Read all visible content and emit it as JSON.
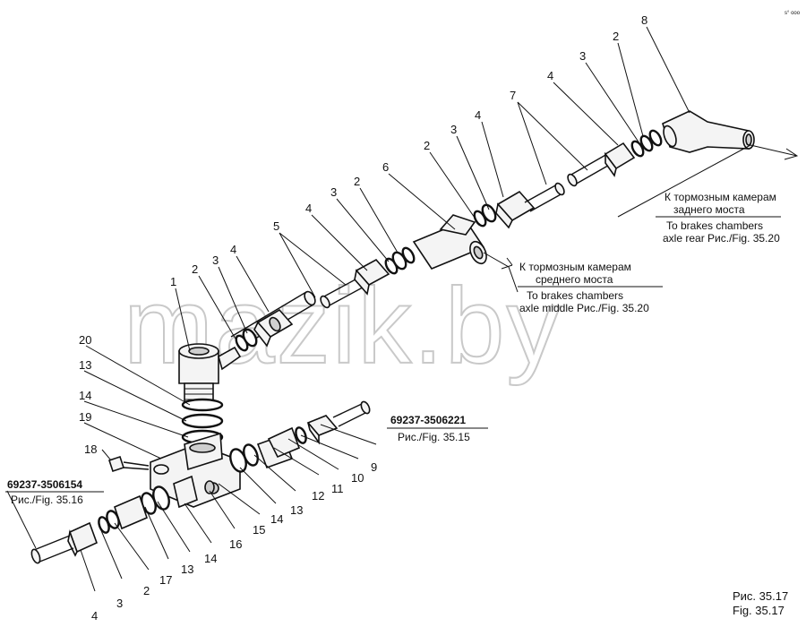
{
  "watermark": "mazik.by",
  "corner_mark": "s° ooo",
  "figure_caption": {
    "ru": "Рис. 35.17",
    "en": "Fig. 35.17"
  },
  "references": {
    "rear_axle": {
      "ru_line1": "К тормозным камерам",
      "ru_line2": "заднего моста",
      "en_line1": "To brakes chambers",
      "en_line2": "axle rear Рис./Fig. 35.20"
    },
    "middle_axle": {
      "ru_line1": "К тормозным камерам",
      "ru_line2": "среднего моста",
      "en_line1": "To brakes chambers",
      "en_line2": "axle middle  Рис./Fig. 35.20"
    },
    "part_right": {
      "number": "69237-3506221",
      "fig": "Рис./Fig. 35.15"
    },
    "part_left": {
      "number": "69237-3506154",
      "fig": "Рис./Fig. 35.16"
    }
  },
  "callouts": [
    "8",
    "2",
    "3",
    "4",
    "7",
    "4",
    "3",
    "2",
    "6",
    "2",
    "3",
    "4",
    "5",
    "4",
    "3",
    "2",
    "1",
    "2",
    "3",
    "4",
    "20",
    "13",
    "14",
    "19",
    "18",
    "4",
    "3",
    "2",
    "17",
    "13",
    "14",
    "16",
    "15",
    "14",
    "13",
    "12",
    "11",
    "10",
    "9"
  ]
}
